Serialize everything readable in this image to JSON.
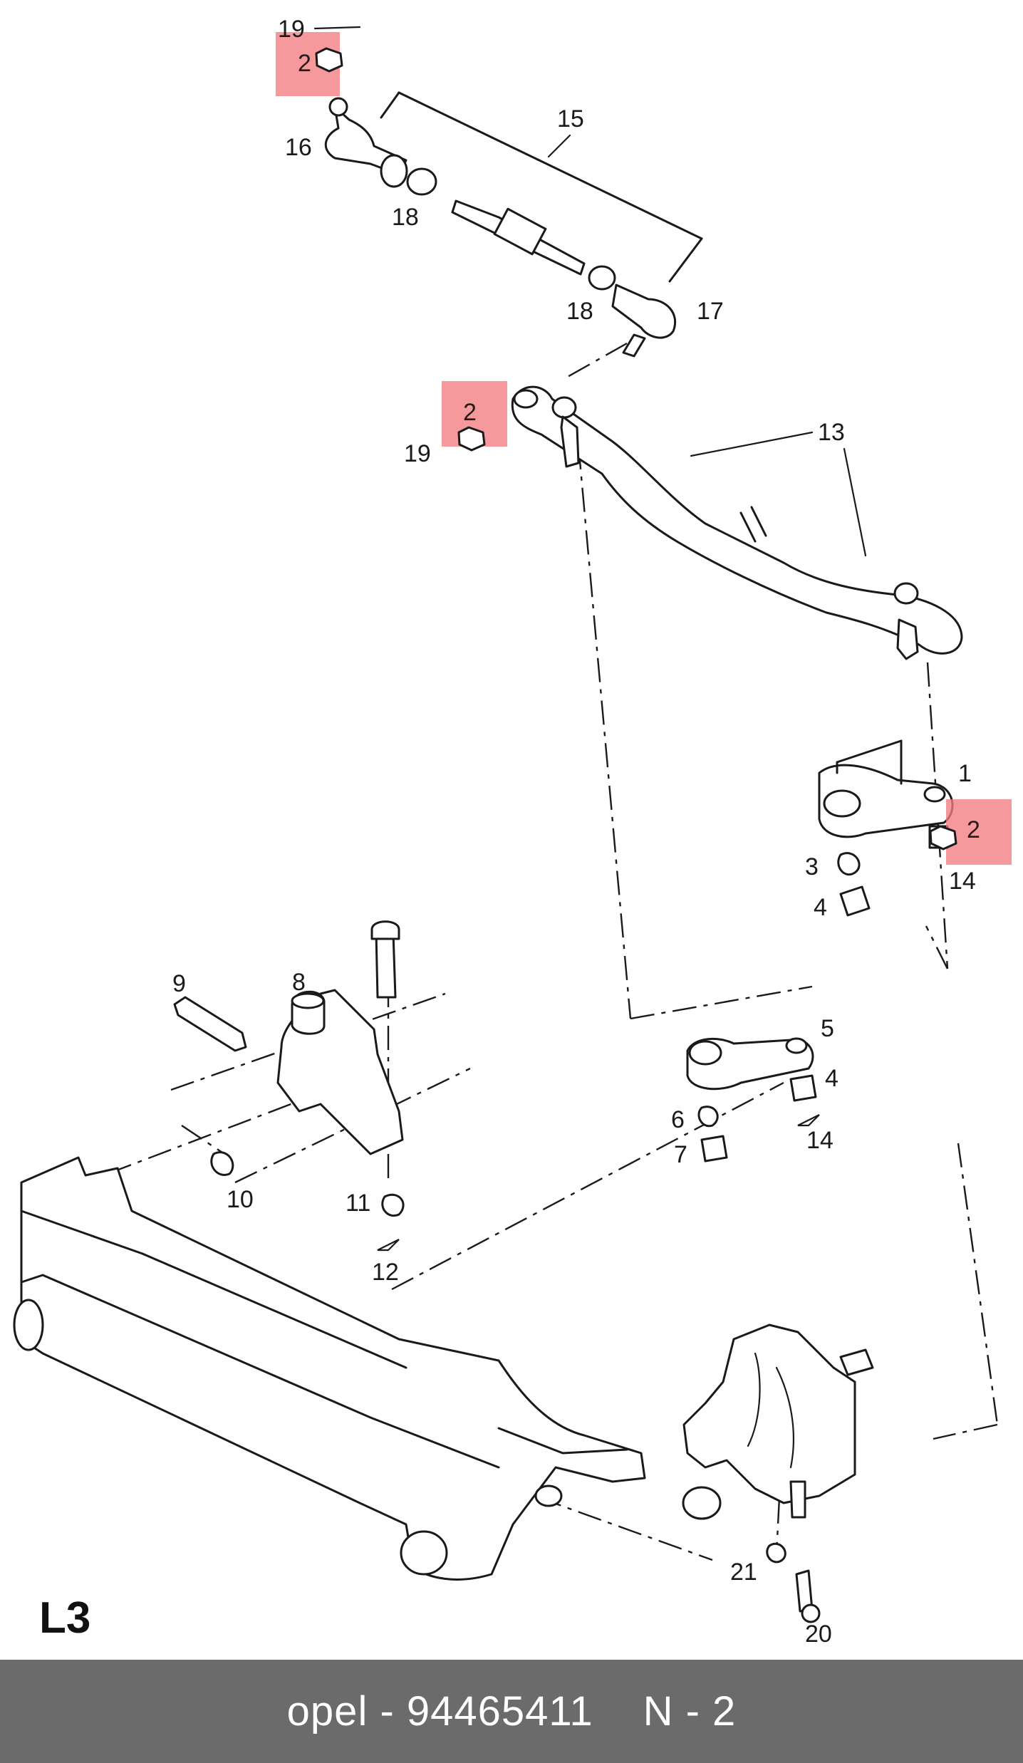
{
  "diagram": {
    "section_label": "L3",
    "callouts": {
      "c1": "1",
      "c2a": "2",
      "c2b": "2",
      "c2c": "2",
      "c3": "3",
      "c4a": "4",
      "c4b": "4",
      "c5": "5",
      "c6": "6",
      "c7": "7",
      "c8": "8",
      "c9": "9",
      "c10": "10",
      "c11": "11",
      "c12": "12",
      "c13": "13",
      "c14a": "14",
      "c14b": "14",
      "c15": "15",
      "c16": "16",
      "c17": "17",
      "c18a": "18",
      "c18b": "18",
      "c19a": "19",
      "c19b": "19",
      "c20": "20",
      "c21": "21"
    },
    "highlight_color": "#f27c80"
  },
  "footer": {
    "part_ref": "opel - 94465411",
    "position": "N - 2",
    "background": "#6b6b6b"
  }
}
